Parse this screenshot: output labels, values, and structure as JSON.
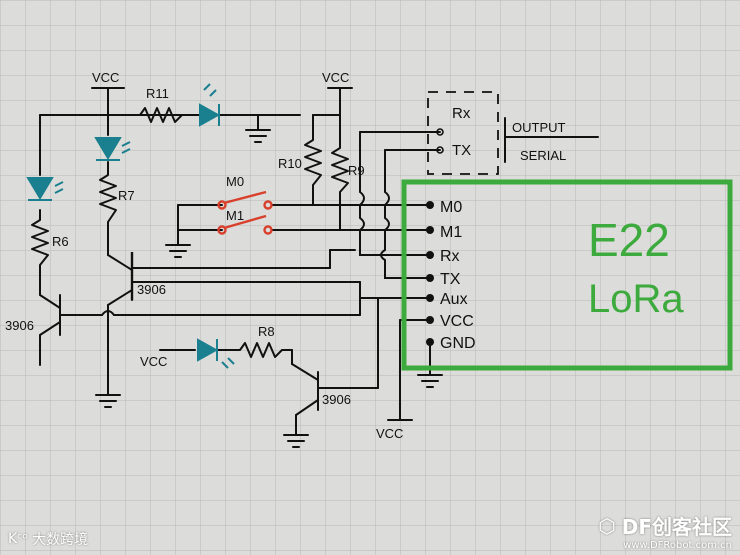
{
  "labels": {
    "vcc_top_left": "VCC",
    "r11": "R11",
    "vcc_top_mid": "VCC",
    "r10": "R10",
    "r9": "R9",
    "rx_top": "Rx",
    "tx_top": "TX",
    "output": "OUTPUT",
    "serial": "SERIAL",
    "m0_switch": "M0",
    "m1_switch": "M1",
    "r7": "R7",
    "r6": "R6",
    "q_center": "3906",
    "q_left": "3906",
    "r8": "R8",
    "vcc_r8": "VCC",
    "q_bottom": "3906",
    "vcc_bottom": "VCC"
  },
  "module": {
    "title_line1": "E22",
    "title_line2": "LoRa",
    "pins": [
      "M0",
      "M1",
      "Rx",
      "TX",
      "Aux",
      "VCC",
      "GND"
    ]
  },
  "watermarks": {
    "left_text": "大数跨境",
    "right_brand": "DF创客社区",
    "right_url": "www.DFRobot.com.cn"
  },
  "colors": {
    "ink": "#111111",
    "led": "#1a7f8e",
    "switch": "#d8402c",
    "module": "#3caa3c",
    "grid": "#b9bab8"
  }
}
